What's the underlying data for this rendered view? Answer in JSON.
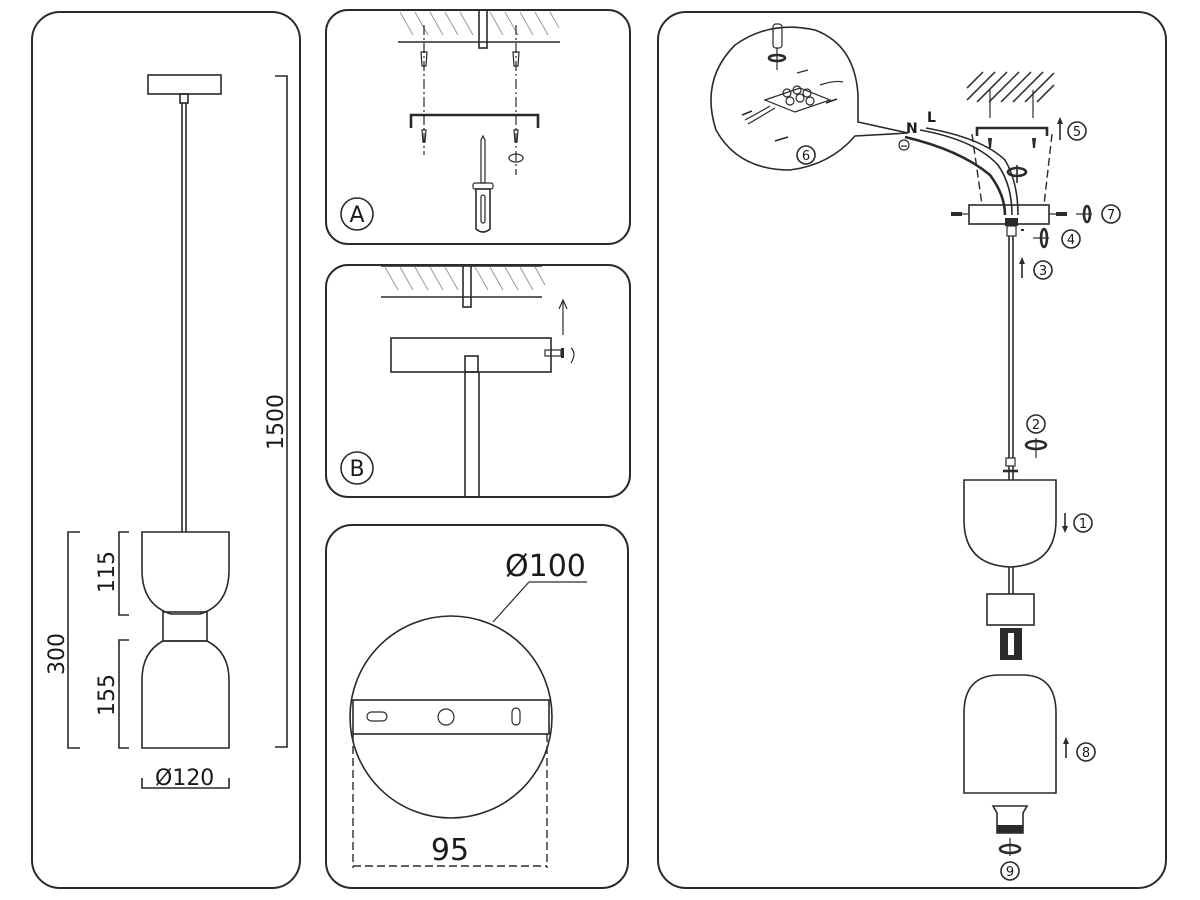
{
  "panels": {
    "dimensions": {
      "total_length": "1500",
      "lamp_height": "300",
      "upper_shade_height": "115",
      "lower_shade_height": "155",
      "shade_diameter": "Ø120"
    },
    "step_a": {
      "label": "A"
    },
    "step_b": {
      "label": "B"
    },
    "canopy": {
      "diameter": "Ø100",
      "bracket_width": "95"
    },
    "assembly": {
      "wire_labels": {
        "neutral": "N",
        "live": "L",
        "ground_symbol": "⏚"
      },
      "steps": [
        "1",
        "2",
        "3",
        "4",
        "5",
        "6",
        "7",
        "8",
        "9"
      ]
    }
  },
  "colors": {
    "line": "#2a2a2a",
    "hatch": "#9a9a9a",
    "background": "#ffffff"
  }
}
